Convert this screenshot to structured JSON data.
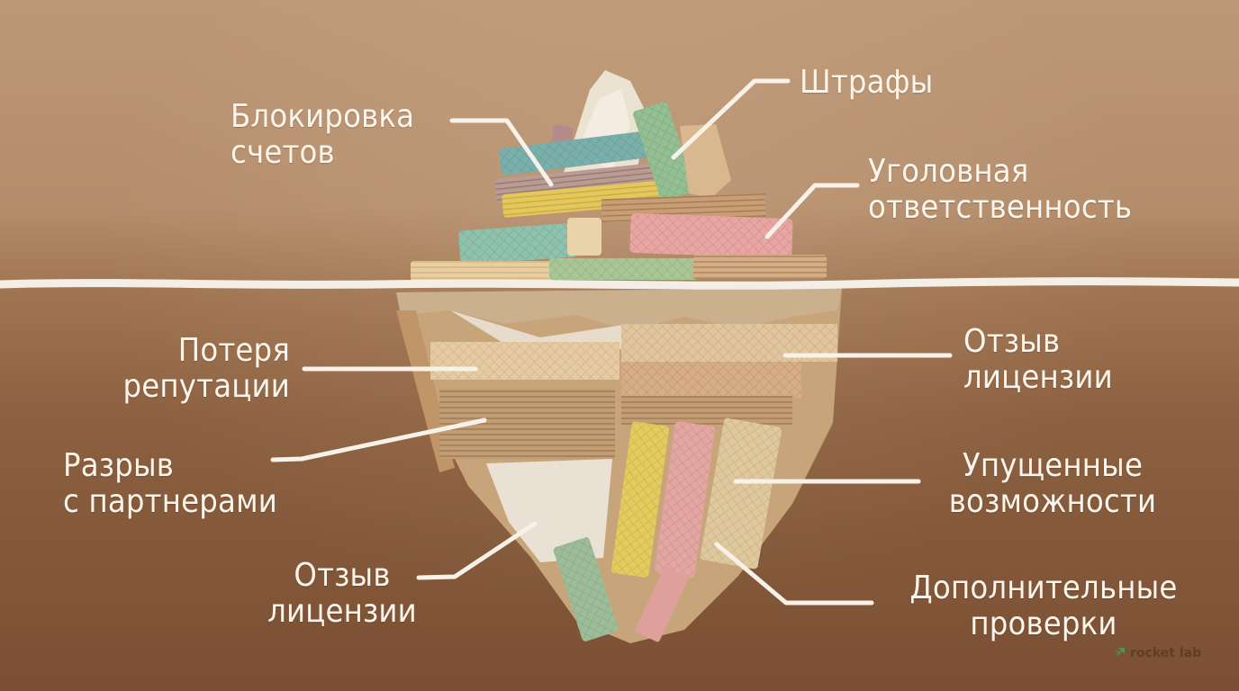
{
  "diagram": {
    "type": "iceberg",
    "waterline_color": "#f4efe6",
    "colors": {
      "background_top": "#bd9877",
      "background_bottom": "#7a4f33",
      "label_text": "#fbf5ec",
      "wafer_teal": "#7fb3ad",
      "wafer_mauve": "#b79a94",
      "wafer_yellow": "#e4c95c",
      "wafer_green": "#9cc29a",
      "wafer_pink": "#e7a3a0",
      "wafer_beige": "#e0c59a",
      "wafer_brown": "#b48a62"
    },
    "above_water": [
      {
        "id": "account-blocking",
        "lines": [
          "Блокировка",
          "счетов"
        ]
      },
      {
        "id": "fines",
        "lines": [
          "Штрафы"
        ]
      },
      {
        "id": "criminal-liability",
        "lines": [
          "Уголовная",
          "ответственность"
        ]
      }
    ],
    "below_water": [
      {
        "id": "reputation-loss",
        "lines": [
          "Потеря",
          "репутации"
        ]
      },
      {
        "id": "license-revocation-right",
        "lines": [
          "Отзыв",
          "лицензии"
        ]
      },
      {
        "id": "partner-breakup",
        "lines": [
          "Разрыв",
          "с партнерами"
        ]
      },
      {
        "id": "missed-opportunities",
        "lines": [
          "Упущенные",
          "возможности"
        ]
      },
      {
        "id": "license-revocation-left",
        "lines": [
          "Отзыв",
          "лицензии"
        ]
      },
      {
        "id": "additional-inspections",
        "lines": [
          "Дополнительные",
          "проверки"
        ]
      }
    ]
  },
  "branding": {
    "logo_text": "rocket lab",
    "logo_icon": "rocket-lab-arrow-icon",
    "logo_icon_color": "#3f8a4f"
  }
}
